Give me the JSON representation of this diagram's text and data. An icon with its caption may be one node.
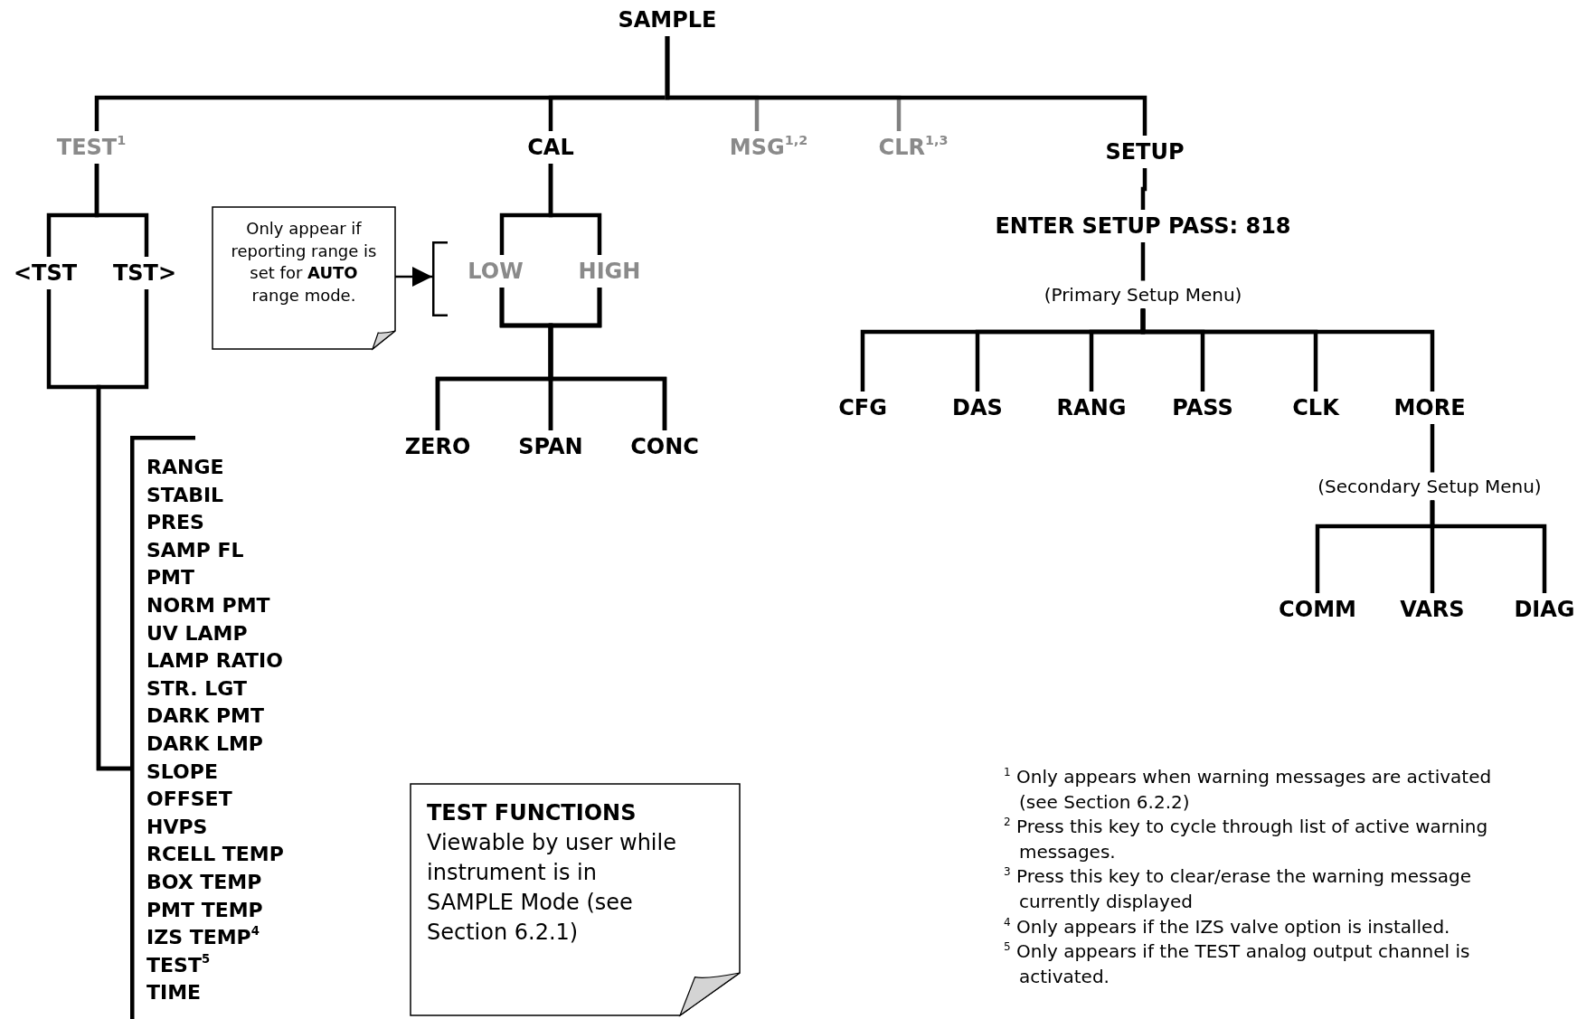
{
  "diagram": {
    "nodes": [
      {
        "text": [
          "SAMPLE"
        ]
      },
      {
        "text": [
          "TEST$^{1}$"
        ]
      },
      {
        "text": [
          "CAL"
        ]
      },
      {
        "text": [
          "MSG$^{1,2}$"
        ]
      },
      {
        "text": [
          "CLR$^{1,3}$"
        ]
      },
      {
        "text": [
          "SETUP"
        ]
      },
      {
        "text": [
          "<TST"
        ]
      },
      {
        "text": [
          "TST>"
        ]
      },
      {
        "text": [
          "LOW"
        ]
      },
      {
        "text": [
          "HIGH"
        ]
      },
      {
        "text": [
          "Only appear if reporting range is set for **AUTO** range mode."
        ]
      },
      {
        "text": [],
        "shape": "bracket"
      },
      {
        "text": [
          "ZERO"
        ]
      },
      {
        "text": [
          "SPAN"
        ]
      },
      {
        "text": [
          "CONC"
        ]
      },
      {
        "text": [
          "ENTER SETUP PASS: 818"
        ]
      },
      {
        "text": [
          "(Primary Setup Menu)"
        ]
      },
      {
        "text": [
          "CFG"
        ]
      },
      {
        "text": [
          "DAS"
        ]
      },
      {
        "text": [
          "RANG"
        ]
      },
      {
        "text": [
          "PASS"
        ]
      },
      {
        "text": [
          "CLK"
        ]
      },
      {
        "text": [
          "MORE"
        ]
      },
      {
        "text": [
          "(Secondary Setup Menu)"
        ]
      },
      {
        "text": [
          "COMM"
        ]
      },
      {
        "text": [
          "VARS"
        ]
      },
      {
        "text": [
          "DIAG"
        ]
      },
      {
        "text": [
          "RANGE",
          "STABIL",
          "PRES",
          "SAMP FL",
          "PMT",
          "NORM PMT",
          "UV LAMP",
          "LAMP RATIO",
          "STR. LGT",
          "DARK PMT",
          "DARK LMP",
          "SLOPE",
          "OFFSET",
          "HVPS",
          "RCELL TEMP",
          "BOX TEMP",
          "PMT TEMP",
          "IZS TEMP$^{4}$",
          "TEST$^{5}$",
          "TIME"
        ]
      },
      {
        "text": [
          "TEST FUNCTIONS",
          "Viewable by user while instrument is in SAMPLE Mode (see Section 6.2.1)"
        ]
      }
    ],
    "edges": [
      {
        "from": 0,
        "to": 1,
        "arrow": "none"
      },
      {
        "from": 0,
        "to": 2,
        "arrow": "none"
      },
      {
        "from": 0,
        "to": 3,
        "arrow": "none",
        "color": "#808080"
      },
      {
        "from": 0,
        "to": 4,
        "arrow": "none",
        "color": "#808080"
      },
      {
        "from": 0,
        "to": 5,
        "arrow": "none"
      },
      {
        "from": 1,
        "to": 6,
        "arrow": "none"
      },
      {
        "from": 1,
        "to": 7,
        "arrow": "none"
      },
      {
        "from": 2,
        "to": 8,
        "arrow": "none"
      },
      {
        "from": 2,
        "to": 9,
        "arrow": "none"
      },
      {
        "from": 10,
        "to": 11,
        "arrow": "to"
      },
      {
        "from": 8,
        "to": 12,
        "arrow": "none"
      },
      {
        "from": 8,
        "to": 13,
        "arrow": "none"
      },
      {
        "from": 8,
        "to": 14,
        "arrow": "none"
      },
      {
        "from": 9,
        "to": 12,
        "arrow": "none"
      },
      {
        "from": 9,
        "to": 13,
        "arrow": "none"
      },
      {
        "from": 9,
        "to": 14,
        "arrow": "none"
      },
      {
        "from": 5,
        "to": 15,
        "arrow": "none"
      },
      {
        "from": 15,
        "to": 16,
        "arrow": "none"
      },
      {
        "from": 16,
        "to": 17,
        "arrow": "none"
      },
      {
        "from": 16,
        "to": 18,
        "arrow": "none"
      },
      {
        "from": 16,
        "to": 19,
        "arrow": "none"
      },
      {
        "from": 16,
        "to": 20,
        "arrow": "none"
      },
      {
        "from": 16,
        "to": 21,
        "arrow": "none"
      },
      {
        "from": 16,
        "to": 22,
        "arrow": "none"
      },
      {
        "from": 22,
        "to": 23,
        "arrow": "none"
      },
      {
        "from": 23,
        "to": 24,
        "arrow": "none"
      },
      {
        "from": 23,
        "to": 25,
        "arrow": "none"
      },
      {
        "from": 23,
        "to": 26,
        "arrow": "none"
      },
      {
        "from": 6,
        "to": 27,
        "arrow": "none"
      },
      {
        "from": 7,
        "to": 27,
        "arrow": "none"
      }
    ],
    "labels": [
      "$^{1}$ Only appears when warning messages are activated (see Section 6.2.2)",
      "$^{2}$ Press this key to cycle through list of active warning messages.",
      "$^{3}$ Press this key to clear/erase the warning message currently displayed",
      "$^{4}$ Only appears if the IZS valve option is installed.",
      "$^{5}$ Only appears if the TEST analog output channel is activated."
    ]
  }
}
